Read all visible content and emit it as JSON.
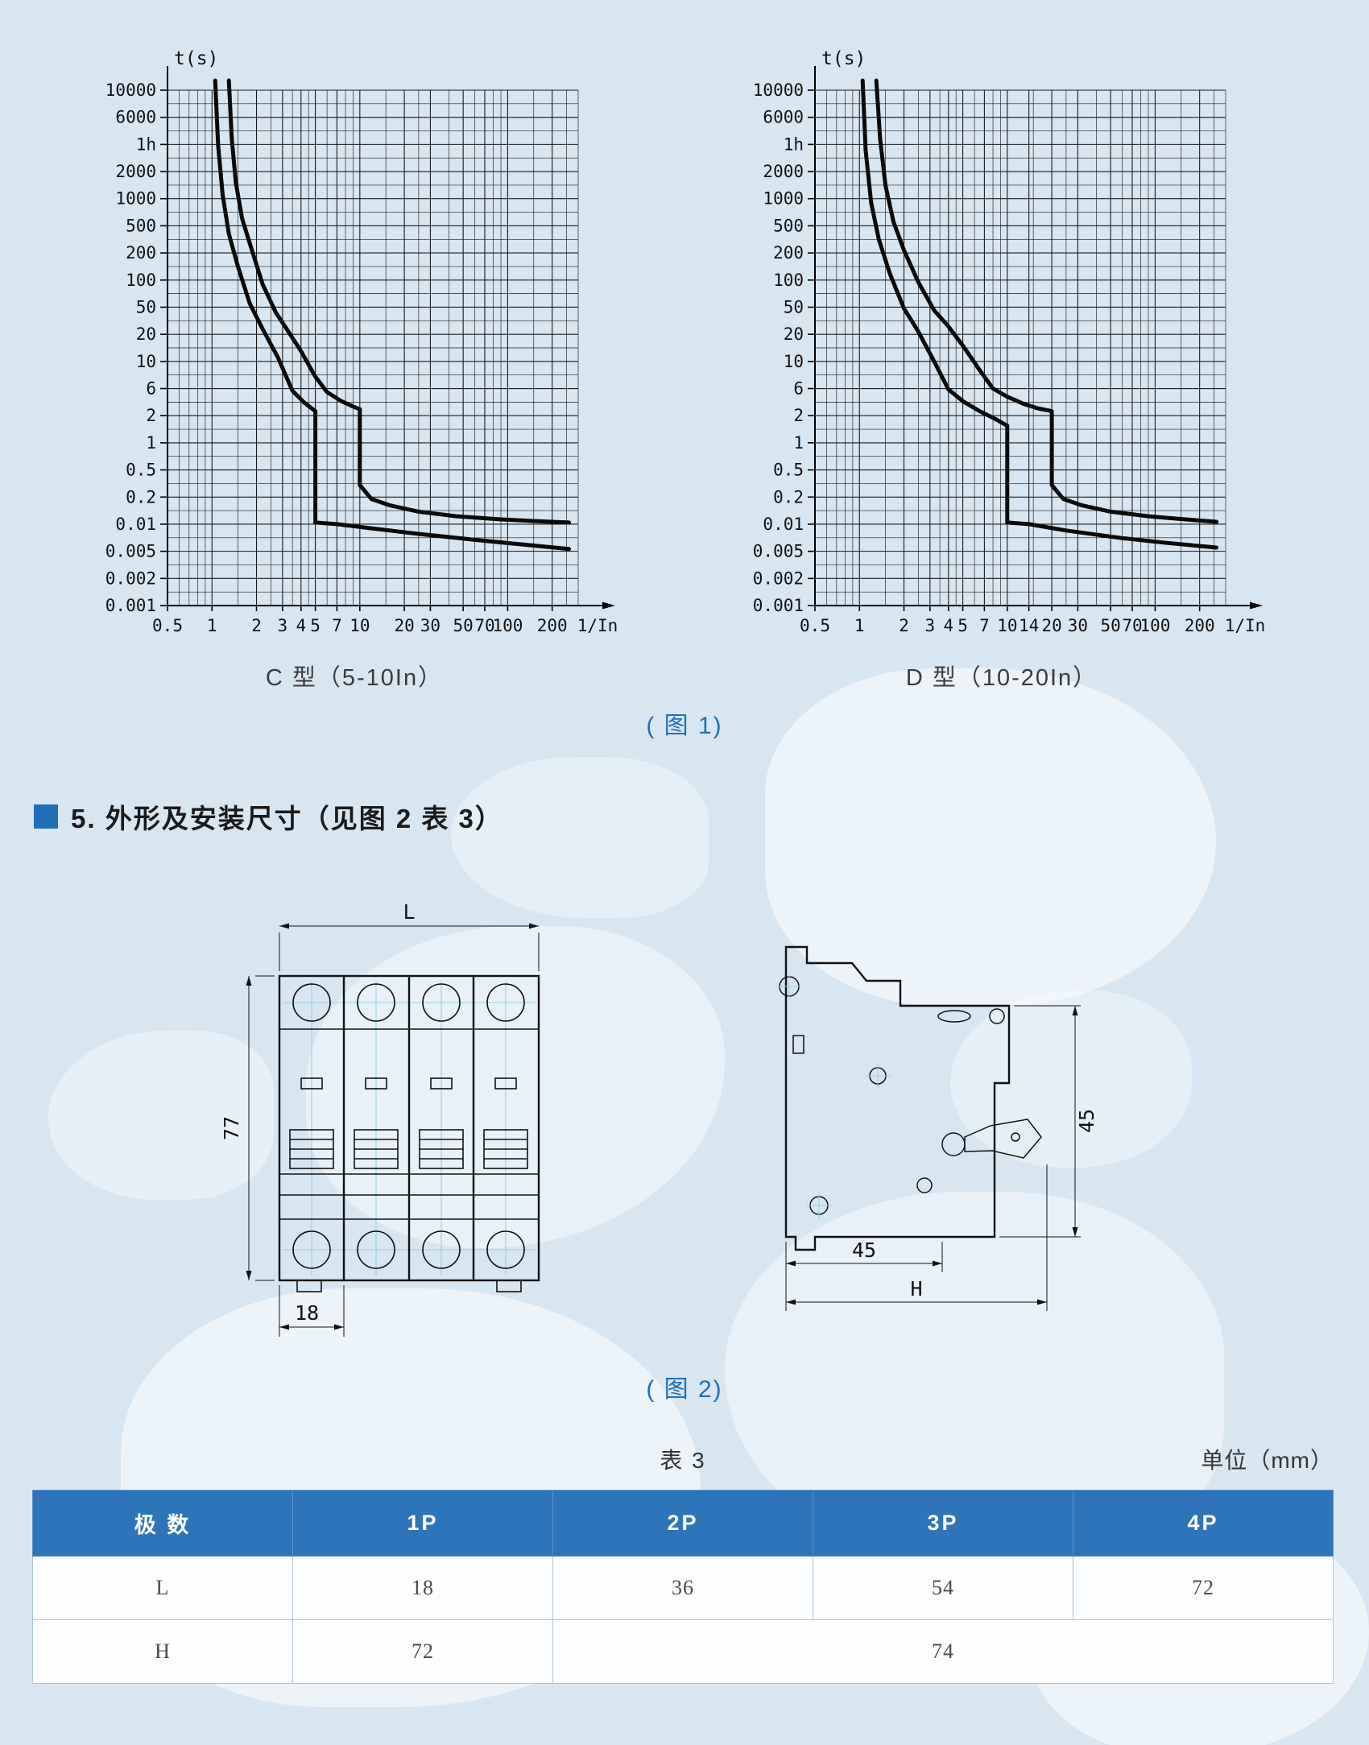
{
  "colors": {
    "page_bg": "#d8e6f2",
    "accent_blue": "#1e6fb8",
    "table_header_bg": "#2e74b8",
    "table_border": "#a9c4e0",
    "line_color": "#111111",
    "centerline_cyan": "#8fd2e2"
  },
  "captions": {
    "figure1": "( 图 1)",
    "figure2": "( 图 2)"
  },
  "section": {
    "heading": "5. 外形及安装尺寸（见图 2 表 3）"
  },
  "chart_data": [
    {
      "type": "line",
      "caption": "C 型（5-10In）",
      "trip_range": "5-10In",
      "y_axis_label": "t(s)",
      "x_axis_label": "1/In",
      "grid": "log-log",
      "xlim": [
        0.5,
        300
      ],
      "ylim": [
        0.001,
        10000
      ],
      "x_ticks": [
        0.5,
        1,
        2,
        3,
        4,
        5,
        7,
        10,
        20,
        30,
        50,
        70,
        100,
        200
      ],
      "y_ticks": [
        {
          "v": 10000,
          "label": "10000"
        },
        {
          "v": 6000,
          "label": "6000"
        },
        {
          "v": 3600,
          "label": "1h"
        },
        {
          "v": 2000,
          "label": "2000"
        },
        {
          "v": 1000,
          "label": "1000"
        },
        {
          "v": 500,
          "label": "500"
        },
        {
          "v": 200,
          "label": "200"
        },
        {
          "v": 100,
          "label": "100"
        },
        {
          "v": 50,
          "label": "50"
        },
        {
          "v": 20,
          "label": "20"
        },
        {
          "v": 10,
          "label": "10"
        },
        {
          "v": 6,
          "label": "6"
        },
        {
          "v": 2,
          "label": "2"
        },
        {
          "v": 1,
          "label": "1"
        },
        {
          "v": 0.5,
          "label": "0.5"
        },
        {
          "v": 0.2,
          "label": "0.2"
        },
        {
          "v": 0.01,
          "label": "0.01"
        },
        {
          "v": 0.005,
          "label": "0.005"
        },
        {
          "v": 0.002,
          "label": "0.002"
        },
        {
          "v": 0.001,
          "label": "0.001"
        }
      ],
      "series": [
        {
          "name": "upper-limit",
          "points": [
            [
              1.3,
              12000
            ],
            [
              1.36,
              4000
            ],
            [
              1.45,
              1500
            ],
            [
              1.6,
              600
            ],
            [
              1.85,
              230
            ],
            [
              2.2,
              90
            ],
            [
              2.7,
              42
            ],
            [
              3.2,
              24
            ],
            [
              4,
              13
            ],
            [
              5,
              7.5
            ],
            [
              6,
              5.2
            ],
            [
              7.5,
              3.6
            ],
            [
              9,
              2.9
            ],
            [
              10,
              2.6
            ],
            [
              10,
              0.3
            ],
            [
              12,
              0.16
            ],
            [
              16,
              0.08
            ],
            [
              25,
              0.04
            ],
            [
              45,
              0.024
            ],
            [
              90,
              0.017
            ],
            [
              160,
              0.014
            ],
            [
              260,
              0.012
            ]
          ]
        },
        {
          "name": "lower-limit",
          "points": [
            [
              1.05,
              12000
            ],
            [
              1.1,
              3500
            ],
            [
              1.18,
              1100
            ],
            [
              1.3,
              380
            ],
            [
              1.5,
              140
            ],
            [
              1.8,
              55
            ],
            [
              2.2,
              24
            ],
            [
              2.8,
              11
            ],
            [
              3.5,
              5.5
            ],
            [
              4.2,
              3.4
            ],
            [
              5,
              2.4
            ],
            [
              5,
              0.012
            ],
            [
              7,
              0.01
            ],
            [
              12,
              0.009
            ],
            [
              25,
              0.0078
            ],
            [
              60,
              0.0067
            ],
            [
              120,
              0.006
            ],
            [
              260,
              0.0053
            ]
          ]
        }
      ]
    },
    {
      "type": "line",
      "caption": "D 型（10-20In）",
      "trip_range": "10-20In",
      "y_axis_label": "t(s)",
      "x_axis_label": "1/In",
      "grid": "log-log",
      "xlim": [
        0.5,
        300
      ],
      "ylim": [
        0.001,
        10000
      ],
      "x_ticks": [
        0.5,
        1,
        2,
        3,
        4,
        5,
        7,
        10,
        14,
        20,
        30,
        50,
        70,
        100,
        200
      ],
      "y_ticks": [
        {
          "v": 10000,
          "label": "10000"
        },
        {
          "v": 6000,
          "label": "6000"
        },
        {
          "v": 3600,
          "label": "1h"
        },
        {
          "v": 2000,
          "label": "2000"
        },
        {
          "v": 1000,
          "label": "1000"
        },
        {
          "v": 500,
          "label": "500"
        },
        {
          "v": 200,
          "label": "200"
        },
        {
          "v": 100,
          "label": "100"
        },
        {
          "v": 50,
          "label": "50"
        },
        {
          "v": 20,
          "label": "20"
        },
        {
          "v": 10,
          "label": "10"
        },
        {
          "v": 6,
          "label": "6"
        },
        {
          "v": 2,
          "label": "2"
        },
        {
          "v": 1,
          "label": "1"
        },
        {
          "v": 0.5,
          "label": "0.5"
        },
        {
          "v": 0.2,
          "label": "0.2"
        },
        {
          "v": 0.01,
          "label": "0.01"
        },
        {
          "v": 0.005,
          "label": "0.005"
        },
        {
          "v": 0.002,
          "label": "0.002"
        },
        {
          "v": 0.001,
          "label": "0.001"
        }
      ],
      "series": [
        {
          "name": "upper-limit",
          "points": [
            [
              1.3,
              12000
            ],
            [
              1.38,
              4000
            ],
            [
              1.5,
              1400
            ],
            [
              1.7,
              550
            ],
            [
              2,
              220
            ],
            [
              2.5,
              95
            ],
            [
              3.2,
              45
            ],
            [
              4,
              26
            ],
            [
              5,
              15
            ],
            [
              6.5,
              8.5
            ],
            [
              8,
              6
            ],
            [
              10,
              4.3
            ],
            [
              13,
              3.2
            ],
            [
              16,
              2.7
            ],
            [
              20,
              2.4
            ],
            [
              20,
              0.3
            ],
            [
              24,
              0.16
            ],
            [
              32,
              0.08
            ],
            [
              50,
              0.04
            ],
            [
              90,
              0.024
            ],
            [
              160,
              0.017
            ],
            [
              260,
              0.013
            ]
          ]
        },
        {
          "name": "lower-limit",
          "points": [
            [
              1.05,
              12000
            ],
            [
              1.1,
              3200
            ],
            [
              1.2,
              900
            ],
            [
              1.35,
              320
            ],
            [
              1.6,
              120
            ],
            [
              2,
              48
            ],
            [
              2.5,
              22
            ],
            [
              3.2,
              10
            ],
            [
              4,
              5.8
            ],
            [
              5,
              3.6
            ],
            [
              6.5,
              2.4
            ],
            [
              8,
              1.9
            ],
            [
              10,
              1.55
            ],
            [
              10,
              0.012
            ],
            [
              14,
              0.01
            ],
            [
              25,
              0.0085
            ],
            [
              60,
              0.007
            ],
            [
              120,
              0.0062
            ],
            [
              260,
              0.0055
            ]
          ]
        }
      ]
    }
  ],
  "drawings": {
    "front": {
      "width_label": "L",
      "height_label": "77",
      "module_label": "18"
    },
    "side": {
      "vertical_label": "45",
      "depth_label": "45",
      "overall_label": "H"
    }
  },
  "table": {
    "title": "表 3",
    "unit_note": "单位（mm）",
    "headers": [
      "极 数",
      "1P",
      "2P",
      "3P",
      "4P"
    ],
    "rows": [
      {
        "label": "L",
        "values": [
          "18",
          "36",
          "54",
          "72"
        ]
      },
      {
        "label": "H",
        "values": [
          "72",
          "74"
        ]
      }
    ]
  }
}
